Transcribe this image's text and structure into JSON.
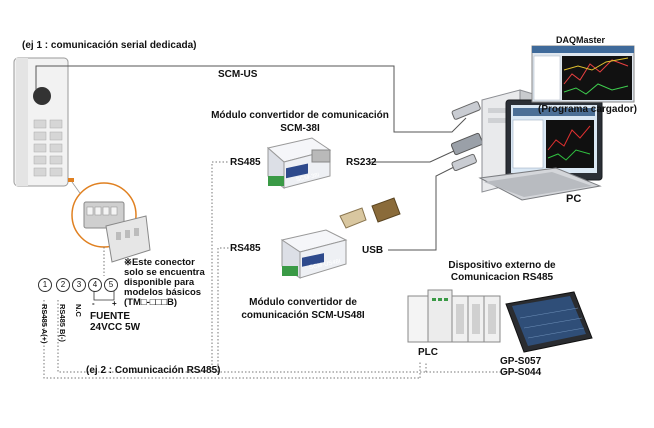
{
  "example1_title": "(ej 1 : comunicación serial dedicada)",
  "example2_title": "(ej 2 : Comunicación RS485)",
  "scm_us_label": "SCM-US",
  "scm38i": {
    "title_line1": "Módulo convertidor de comunicación",
    "title_line2": "SCM-38I",
    "port_in": "RS485",
    "port_out": "RS232",
    "device_label": "SCM-38I"
  },
  "scmus48i": {
    "title_line1": "Módulo convertidor de",
    "title_line2": "comunicación SCM-US48I",
    "port_in": "RS485",
    "port_out": "USB",
    "device_label": "SCM-US48I"
  },
  "daqmaster": {
    "title": "DAQMaster",
    "caption": "(Programa cargador)"
  },
  "pc_label": "PC",
  "connector_note": {
    "mark": "※",
    "line1": "Este conector",
    "line2": "solo se encuentra",
    "line3": "disponible para",
    "line4": "modelos básicos",
    "line5": "(TM□-□□□B)"
  },
  "terminals": [
    "1",
    "2",
    "3",
    "4",
    "5"
  ],
  "terminal_labels": [
    "RS485 A(+)",
    "RS485 B(-)",
    "N.C"
  ],
  "power": {
    "line1": "FUENTE",
    "line2": "24VCC 5W",
    "minus": "-",
    "plus": "+"
  },
  "external": {
    "title_line1": "Dispositivo externo de",
    "title_line2": "Comunicacion RS485",
    "plc_label": "PLC",
    "gp_line1": "GP-S057",
    "gp_line2": "GP-S044"
  },
  "colors": {
    "line": "#555555",
    "dotted": "#777777",
    "text": "#111111",
    "module_body": "#eef0f4",
    "label_blue": "#2e4a8c",
    "terminal_green": "#3a9a46"
  }
}
